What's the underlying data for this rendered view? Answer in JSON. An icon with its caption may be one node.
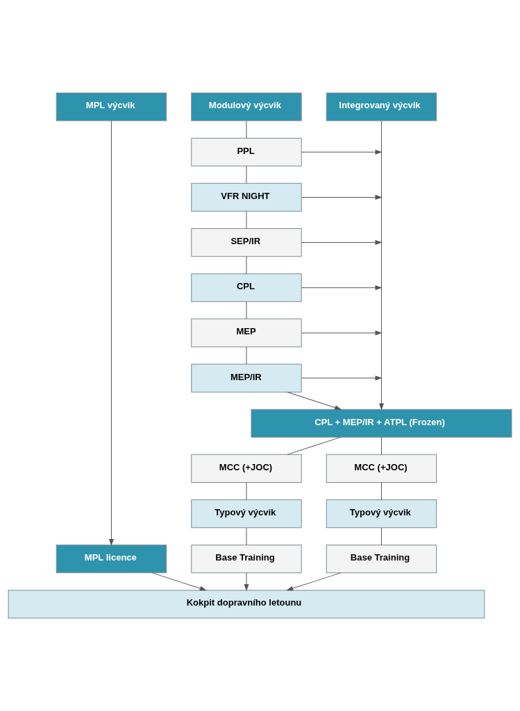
{
  "diagram": {
    "nodes": [
      {
        "text": [
          "Modulový výcvik"
        ]
      },
      {
        "text": [
          "Integrovaný výcvik"
        ]
      },
      {
        "text": [
          "MPL výcvik"
        ]
      },
      {
        "text": [
          "PPL"
        ]
      },
      {
        "text": [
          "VFR NIGHT"
        ]
      },
      {
        "text": [
          "SEP/IR"
        ]
      },
      {
        "text": [
          "CPL"
        ]
      },
      {
        "text": [
          "MEP"
        ]
      },
      {
        "text": [
          "MEP/IR"
        ]
      },
      {
        "text": [
          "CPL + MEP/IR + ATPL (Frozen)"
        ]
      },
      {
        "text": [
          "MCC (+JOC)"
        ]
      },
      {
        "text": [
          "MCC (+JOC)"
        ]
      },
      {
        "text": [
          "Typový výcvik"
        ]
      },
      {
        "text": [
          "Typový výcvik"
        ]
      },
      {
        "text": [
          "Base Training"
        ]
      },
      {
        "text": [
          "Base Training"
        ]
      },
      {
        "text": [
          "MPL licence"
        ]
      },
      {
        "text": [
          "Kokpit dopravního letounu"
        ]
      }
    ],
    "edges": [
      {
        "from": 0,
        "to": 3,
        "arrow": "none"
      },
      {
        "from": 3,
        "to": 4,
        "arrow": "none"
      },
      {
        "from": 4,
        "to": 5,
        "arrow": "none"
      },
      {
        "from": 5,
        "to": 6,
        "arrow": "none"
      },
      {
        "from": 6,
        "to": 7,
        "arrow": "none"
      },
      {
        "from": 7,
        "to": 8,
        "arrow": "none"
      },
      {
        "from": 8,
        "to": 9,
        "arrow": "to"
      },
      {
        "from": 1,
        "to": 9,
        "arrow": "to"
      },
      {
        "from": 2,
        "to": 16,
        "arrow": "to"
      },
      {
        "from": 3,
        "to": null,
        "arrow": "to"
      },
      {
        "from": 4,
        "to": null,
        "arrow": "to"
      },
      {
        "from": 5,
        "to": null,
        "arrow": "to"
      },
      {
        "from": 6,
        "to": null,
        "arrow": "to"
      },
      {
        "from": 7,
        "to": null,
        "arrow": "to"
      },
      {
        "from": 8,
        "to": null,
        "arrow": "to"
      },
      {
        "from": 9,
        "to": 10,
        "arrow": "none"
      },
      {
        "from": 9,
        "to": 11,
        "arrow": "none"
      },
      {
        "from": 10,
        "to": 12,
        "arrow": "none"
      },
      {
        "from": 11,
        "to": 13,
        "arrow": "none"
      },
      {
        "from": 12,
        "to": 14,
        "arrow": "none"
      },
      {
        "from": 13,
        "to": 15,
        "arrow": "none"
      },
      {
        "from": 14,
        "to": 17,
        "arrow": "to"
      },
      {
        "from": 15,
        "to": 17,
        "arrow": "to"
      },
      {
        "from": 16,
        "to": 17,
        "arrow": "to"
      }
    ]
  }
}
